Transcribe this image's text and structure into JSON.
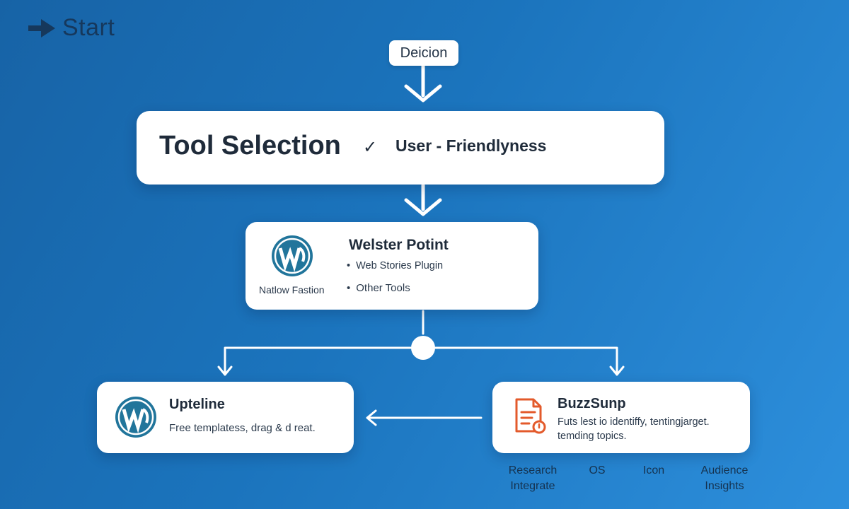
{
  "start": {
    "label": "Start",
    "icon": "arrow-right-icon"
  },
  "decision_label": "Deicion",
  "tool_selection": {
    "title": "Tool Selection",
    "check_icon": "checkmark-icon",
    "subtitle": "User - Friendlyness"
  },
  "webster": {
    "logo": "wordpress-logo-icon",
    "caption": "Natlow Fastion",
    "title": "Welster Potint",
    "bullets": [
      "Web Stories Plugin",
      "Other Tools"
    ]
  },
  "upteline": {
    "logo": "wordpress-logo-icon",
    "title": "Upteline",
    "description": "Free templatess, drag & d reat."
  },
  "buzzsunp": {
    "icon": "document-icon",
    "title": "BuzzSunp",
    "description_lines": [
      "Futs lest io identiffy, tentingjarget.",
      "temding topics."
    ]
  },
  "tags": [
    {
      "lines": [
        "Research",
        "Integrate"
      ]
    },
    {
      "lines": [
        "OS"
      ]
    },
    {
      "lines": [
        "Icon"
      ]
    },
    {
      "lines": [
        "Audience",
        "Insights"
      ]
    }
  ],
  "colors": {
    "background_start": "#1763a6",
    "background_end": "#2d8fdc",
    "card": "#ffffff",
    "wordpress_blue": "#21759b",
    "buzz_orange": "#e35a2b",
    "start_text": "#16385c"
  }
}
